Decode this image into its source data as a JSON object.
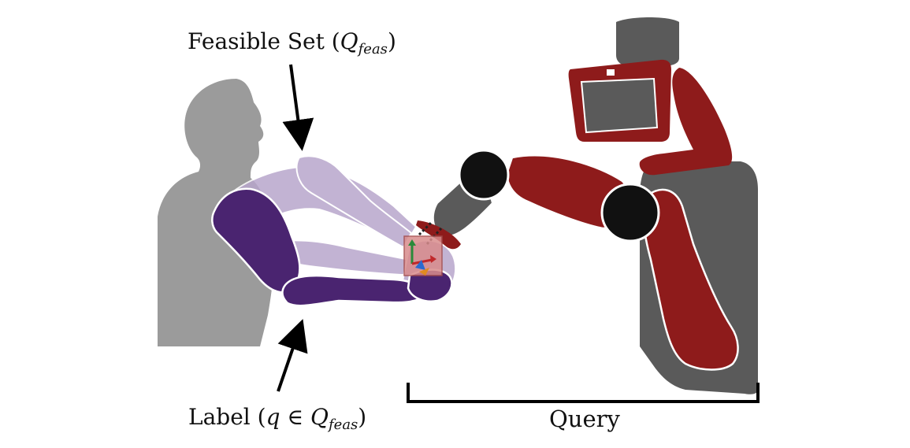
{
  "annotations": {
    "feasible_set": {
      "prefix": "Feasible Set (",
      "symbol": "Q",
      "subscript": "feas",
      "suffix": ")"
    },
    "label": {
      "prefix": "Label (",
      "variable": "q",
      "relation": " ∈ ",
      "symbol": "Q",
      "subscript": "feas",
      "suffix": ")"
    },
    "query": "Query"
  },
  "colors": {
    "human_silhouette": "#9b9b9b",
    "human_arm_solid": "#4a2470",
    "human_arm_translucent": "#b8a6cc",
    "robot_red": "#8e1b1b",
    "robot_dark": "#5a5a5a",
    "robot_joint": "#111111",
    "frame_box": "#d98c8c"
  }
}
